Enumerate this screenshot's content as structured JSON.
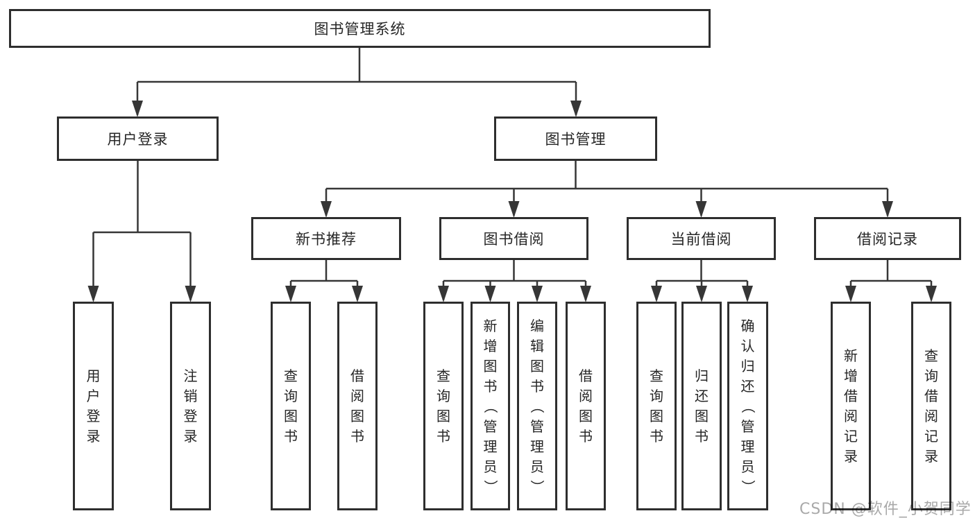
{
  "diagram": {
    "root": "图书管理系统",
    "level2": [
      "用户登录",
      "图书管理"
    ],
    "level3": [
      "新书推荐",
      "图书借阅",
      "当前借阅",
      "借阅记录"
    ],
    "leaves_user": [
      "用户登录",
      "注销登录"
    ],
    "leaves_newbook": [
      "查询图书",
      "借阅图书"
    ],
    "leaves_borrow": [
      "查询图书",
      "新增图书（管理员）",
      "编辑图书（管理员）",
      "借阅图书"
    ],
    "leaves_current": [
      "查询图书",
      "归还图书",
      "确认归还（管理员）"
    ],
    "leaves_record": [
      "新增借阅记录",
      "查询借阅记录"
    ]
  },
  "watermark": {
    "text": "CSDN @软件_小贺同学"
  },
  "colors": {
    "line": "#363636",
    "border": "#2e2e2e",
    "text": "#262626",
    "background": "#ffffff",
    "watermark": "#a9a9a9"
  }
}
